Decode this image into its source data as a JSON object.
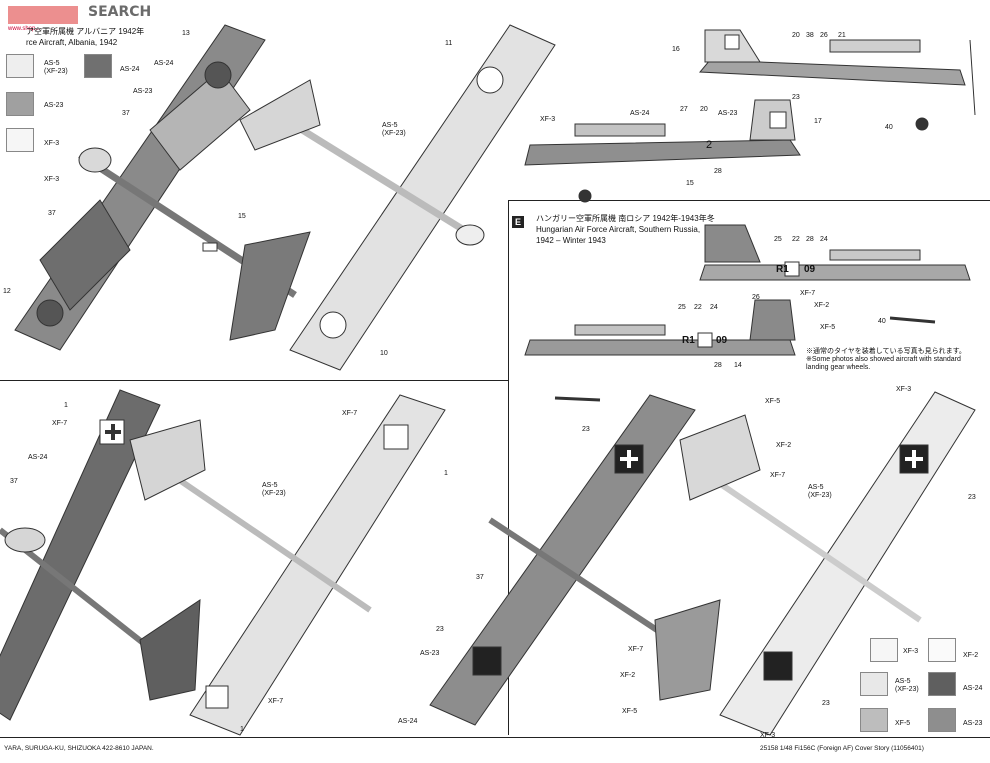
{
  "watermark": {
    "brand": "SEARCH",
    "site": "www.shop..."
  },
  "sectionD": {
    "title_jp": "ア空軍所属機 アルバニア 1942年",
    "title_en": "rce Aircraft, Albania, 1942"
  },
  "sectionE": {
    "letter": "E",
    "title_jp": "ハンガリー空軍所属機 南ロシア 1942年-1943年冬",
    "title_en_1": "Hungarian Air Force Aircraft, Southern Russia,",
    "title_en_2": "1942 – Winter 1943",
    "note_jp": "※通常のタイヤを装着している写真も見られます。",
    "note_en_1": "※Some photos also showed aircraft with standard",
    "note_en_2": "landing gear wheels."
  },
  "paints": {
    "as5": "AS-5",
    "xf23": "(XF-23)",
    "as5xf23": "(XF-23)",
    "as24": "AS-24",
    "as23": "AS-23",
    "xf3": "XF-3",
    "xf2": "XF-2",
    "xf5": "XF-5",
    "xf7": "XF-7"
  },
  "parts": {
    "n1": "1",
    "n2": "2",
    "n10": "10",
    "n11": "11",
    "n12": "12",
    "n13": "13",
    "n14": "14",
    "n15": "15",
    "n16": "16",
    "n17": "17",
    "n20": "20",
    "n21": "21",
    "n22": "22",
    "n23": "23",
    "n24": "24",
    "n25": "25",
    "n26": "26",
    "n27": "27",
    "n28": "28",
    "n37": "37",
    "n38": "38",
    "n40": "40"
  },
  "markings": {
    "r1_a": "R1",
    "r1_b": "09",
    "num2": "2"
  },
  "footer": {
    "left": "YARA, SURUGA-KU, SHIZUOKA 422-8610 JAPAN.",
    "right": "25158  1/48 Fi156C (Foreign AF)  Cover Story (11056401)"
  },
  "colors": {
    "as5": "#eeeeee",
    "as24": "#707070",
    "as23": "#a0a0a0",
    "xf3": "#f6f6f6",
    "xf2": "#fafafa",
    "xf5": "#bdbdbd",
    "xf7": "#e2e2e2"
  }
}
